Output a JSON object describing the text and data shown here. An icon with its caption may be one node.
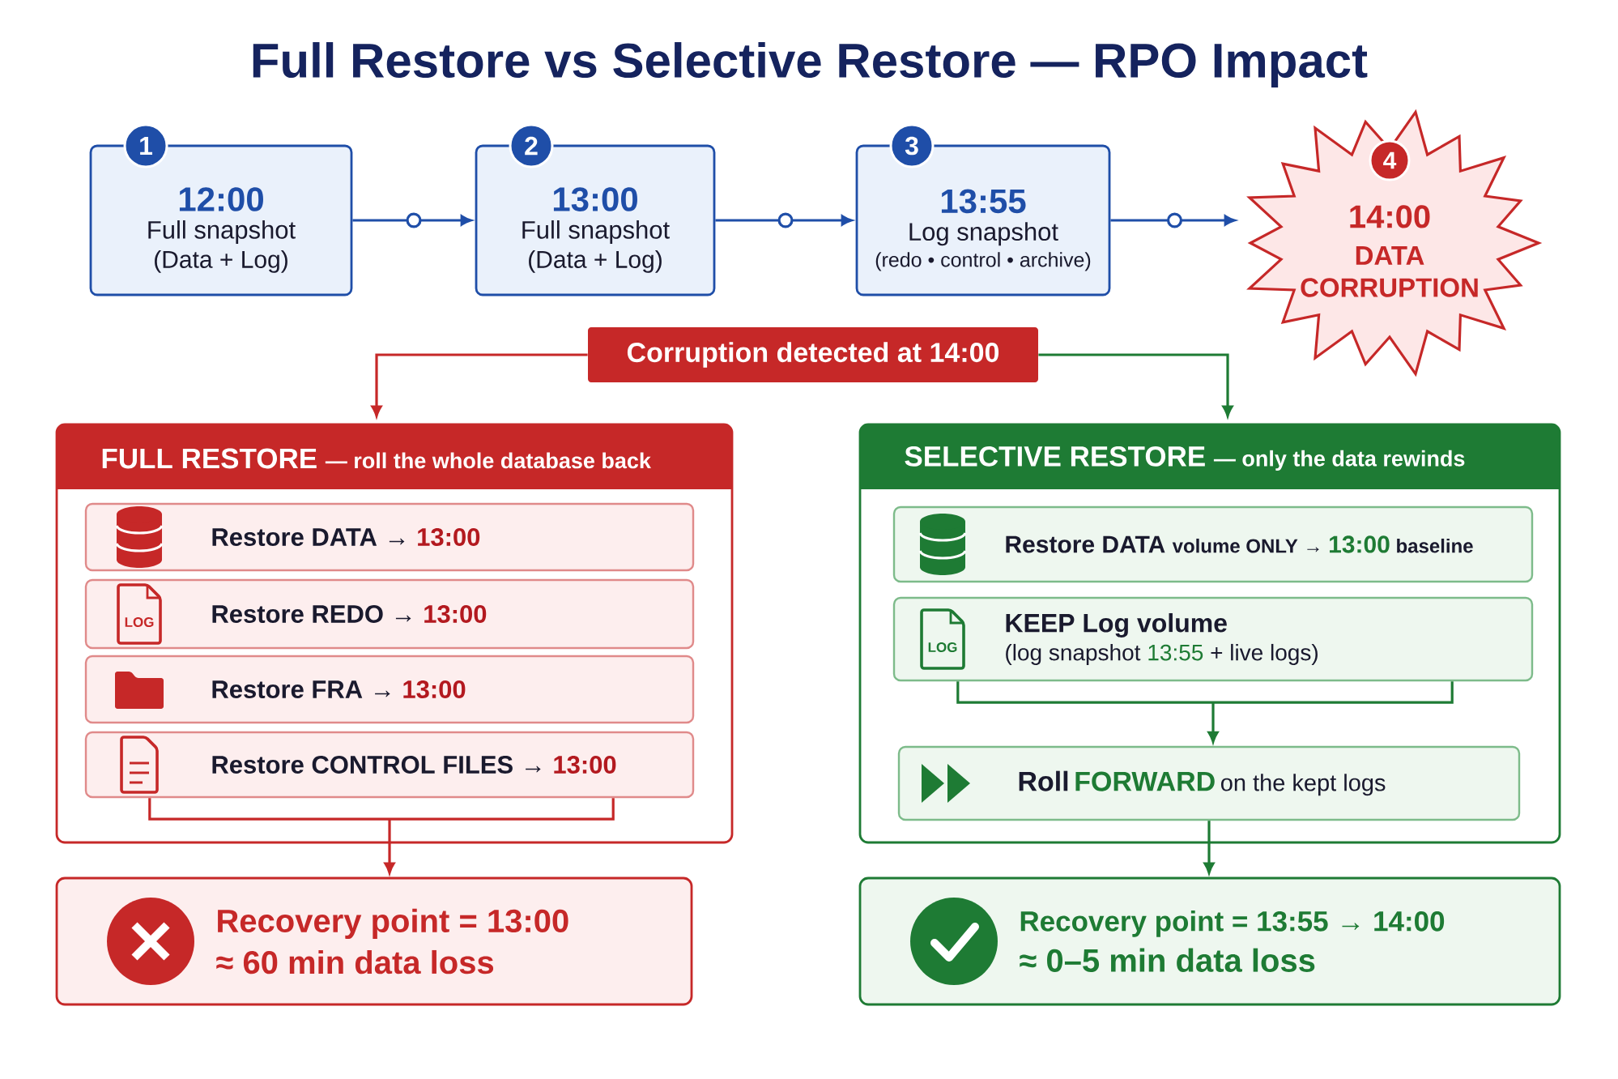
{
  "diagram": {
    "title": "Full Restore vs Selective Restore — RPO Impact",
    "nodes": [
      {
        "text": [
          "1",
          "12:00",
          "Full snapshot",
          "(Data + Log)"
        ]
      },
      {
        "text": [
          "2",
          "13:00",
          "Full snapshot",
          "(Data + Log)"
        ]
      },
      {
        "text": [
          "3",
          "13:55",
          "Log snapshot",
          "(redo • control • archive)"
        ]
      },
      {
        "text": [
          "4",
          "14:00",
          "DATA CORRUPTION"
        ]
      },
      {
        "text": [
          "Corruption detected at 14:00"
        ]
      },
      {
        "text": [
          "FULL RESTORE",
          "— roll the whole database back"
        ]
      },
      {
        "text": [
          "Restore DATA →",
          "13:00"
        ],
        "in": 5
      },
      {
        "text": [
          "Restore REDO →",
          "13:00"
        ],
        "in": 5
      },
      {
        "text": [
          "Restore FRA →",
          "13:00"
        ],
        "in": 5
      },
      {
        "text": [
          "Restore CONTROL FILES →",
          "13:00"
        ],
        "in": 5
      },
      {
        "text": [
          "SELECTIVE RESTORE",
          "— only the data rewinds"
        ]
      },
      {
        "text": [
          "Restore DATA",
          "volume ONLY →",
          "13:00",
          "baseline"
        ],
        "in": 10
      },
      {
        "text": [
          "KEEP Log volume",
          "(log snapshot",
          "13:55",
          "+ live logs)"
        ],
        "in": 10
      },
      {
        "text": [
          "Roll",
          "FORWARD",
          "on the kept logs"
        ],
        "in": 10
      },
      {
        "text": [
          "Recovery point = 13:00",
          "≈ 60 min data loss"
        ]
      },
      {
        "text": [
          "Recovery point = 13:55 → 14:00",
          "≈ 0–5 min data loss"
        ]
      }
    ],
    "edges": [
      {
        "from": 0,
        "to": 1,
        "arrow": "to",
        "color": "#1f4ea8"
      },
      {
        "from": 1,
        "to": 2,
        "arrow": "to",
        "color": "#1f4ea8"
      },
      {
        "from": 2,
        "to": 3,
        "arrow": "to",
        "color": "#1f4ea8"
      },
      {
        "from": 4,
        "to": 5,
        "arrow": "to",
        "color": "#c62828"
      },
      {
        "from": 4,
        "to": 10,
        "arrow": "to",
        "color": "#1e7b34"
      },
      {
        "from": 9,
        "to": 14,
        "arrow": "to",
        "color": "#c62828"
      },
      {
        "from": 12,
        "to": 13,
        "arrow": "to",
        "color": "#1e7b34"
      },
      {
        "from": 13,
        "to": 15,
        "arrow": "to",
        "color": "#1e7b34"
      }
    ],
    "labels": [
      "LOG",
      "LOG"
    ]
  }
}
